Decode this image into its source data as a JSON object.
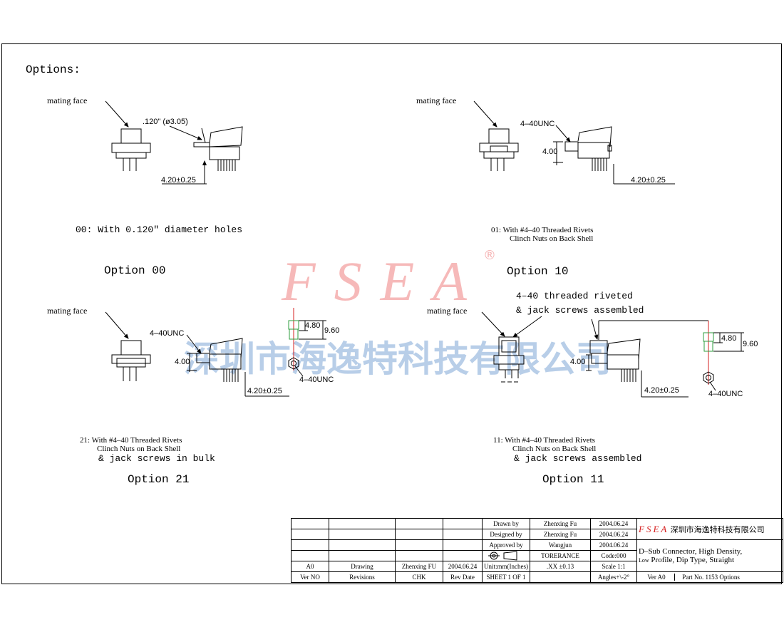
{
  "sheet": {
    "heading": "Options:"
  },
  "option00": {
    "mating": "mating face",
    "hole_dim": ".120\" (ø3.05)",
    "height_dim": "4.20±0.25",
    "description": "00: With 0.120\" diameter holes",
    "title": "Option 00"
  },
  "option10": {
    "mating": "mating face",
    "thread": "4–40UNC",
    "side_dim": "4.00",
    "height_dim": "4.20±0.25",
    "description_1": "01: With #4–40 Threaded Rivets",
    "description_2": "Clinch Nuts on Back Shell",
    "title": "Option 10"
  },
  "option21": {
    "mating": "mating face",
    "thread": "4–40UNC",
    "side_dim": "4.00",
    "height_dim": "4.20±0.25",
    "screw_dim_small": "4.80",
    "screw_dim_large": "9.60",
    "screw_thread": "4–40UNC",
    "description_1": "21: With #4–40 Threaded Rivets",
    "description_2": "Clinch Nuts on Back Shell",
    "description_3": "& jack screws in bulk",
    "title": "Option 21"
  },
  "option11": {
    "mating": "mating face",
    "callout_1": "4–40 threaded riveted",
    "callout_2": "& jack screws assembled",
    "side_dim": "4.00",
    "height_dim": "4.20±0.25",
    "screw_dim_small": "4.80",
    "screw_dim_large": "9.60",
    "screw_thread": "4–40UNC",
    "description_1": "11: With #4–40 Threaded Rivets",
    "description_2": "Clinch Nuts on Back Shell",
    "description_3": "& jack screws assembled",
    "title": "Option 11"
  },
  "watermark": {
    "brand": "FSEA",
    "registered": "®",
    "company_cn": "深圳市海逸特科技有限公司"
  },
  "title_block": {
    "drawn_label": "Drawn by",
    "drawn_name": "Zhenxing Fu",
    "drawn_date": "2004.06.24",
    "designed_label": "Designed by",
    "designed_name": "Zhenxing Fu",
    "designed_date": "2004.06.24",
    "approved_label": "Approved by",
    "approved_name": "Wangjun",
    "approved_date": "2004.06.24",
    "tolerance_label": "TORERANCE",
    "tolerance_value": ".XX ±0.13",
    "code": "Code:000",
    "scale": "Scale 1:1",
    "angles": "Angles+\\-2°",
    "units": "Unit:mm(Inches)",
    "sheet": "SHEET 1 OF 1",
    "rev_ver": "A0",
    "rev_desc": "Drawing",
    "rev_by": "Zhenxing FU",
    "rev_date": "2004.06.24",
    "hdr_ver": "Ver NO",
    "hdr_rev": "Revisions",
    "hdr_chk": "CHK",
    "hdr_date": "Rev Date",
    "logo_brand": "FSEA",
    "logo_company": "深圳市海逸特科技有限公司",
    "part_desc_1": "D–Sub Connector, High Density,",
    "part_desc_2_small": "Low",
    "part_desc_2": "Profile, Dip Type, Straight",
    "ver": "Ver A0",
    "part_no": "Part No. 1153 Options"
  },
  "colors": {
    "ink": "#000000",
    "watermark_red": "#f08080",
    "watermark_blue": "#7fa7d6",
    "screw_green": "#2e9e3e",
    "screw_red": "#d62020"
  }
}
